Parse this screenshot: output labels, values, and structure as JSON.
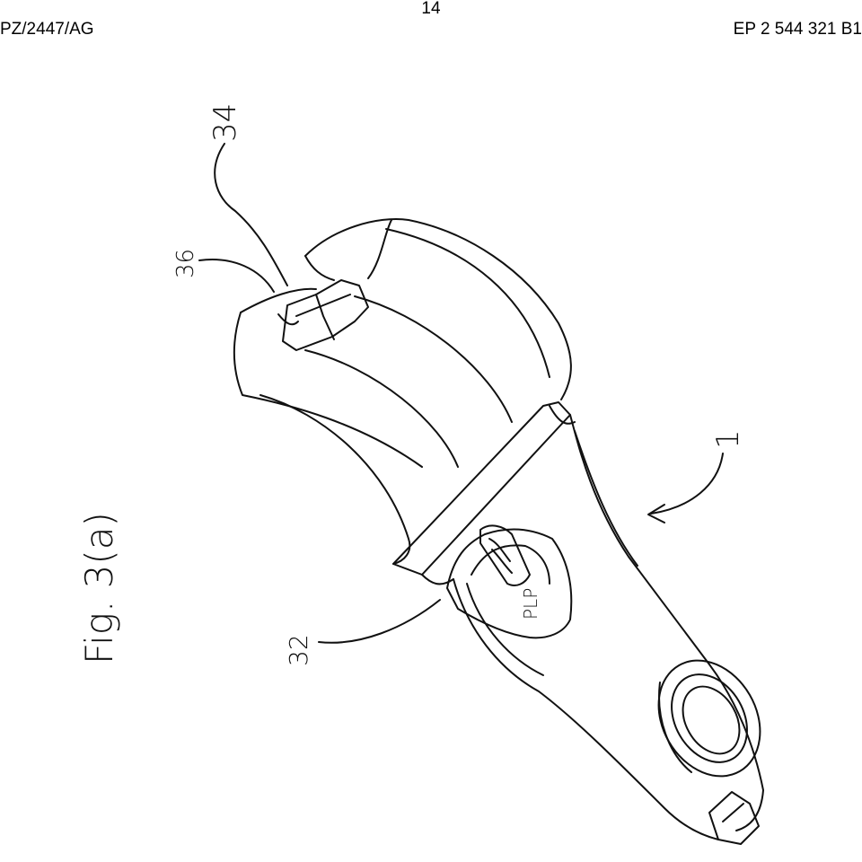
{
  "header": {
    "left": "PZ/2447/AG",
    "page_number": "14",
    "right": "EP 2 544 321 B1"
  },
  "figure": {
    "caption": "Fig. 3(a)",
    "labels": {
      "l1": "1",
      "l32": "32",
      "l34": "34",
      "l36": "36"
    },
    "logo_text": "PLP"
  }
}
